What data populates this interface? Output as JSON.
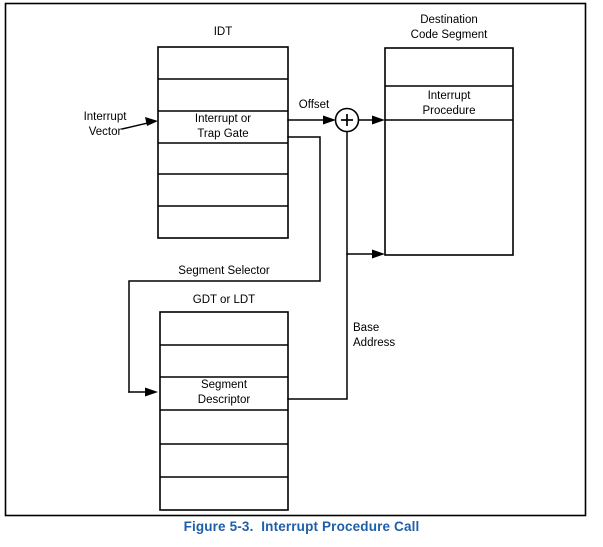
{
  "figure": {
    "caption": "Figure 5-3.  Interrupt Procedure Call",
    "caption_color": "#1F5FA9",
    "line_color": "#000000",
    "background_color": "#FFFFFF"
  },
  "diagram": {
    "type": "block-diagram",
    "title_labels": {
      "idt": "IDT",
      "destination_code_segment_line1": "Destination",
      "destination_code_segment_line2": "Code Segment",
      "gdt_or_ldt": "GDT or LDT"
    },
    "tables": [
      {
        "name": "idt-table",
        "title": "IDT",
        "row_count": 6,
        "highlighted_row_index": 2,
        "highlighted_row_label_line1": "Interrupt or",
        "highlighted_row_label_line2": "Trap Gate"
      },
      {
        "name": "destination-code-segment",
        "title": "Destination Code Segment",
        "row_count": 3,
        "highlighted_row_index": 1,
        "highlighted_row_label_line1": "Interrupt",
        "highlighted_row_label_line2": "Procedure"
      },
      {
        "name": "gdt-ldt-table",
        "title": "GDT or LDT",
        "row_count": 6,
        "highlighted_row_index": 2,
        "highlighted_row_label_line1": "Segment",
        "highlighted_row_label_line2": "Descriptor"
      }
    ],
    "connector_labels": {
      "interrupt_vector_line1": "Interrupt",
      "interrupt_vector_line2": "Vector",
      "offset": "Offset",
      "segment_selector": "Segment Selector",
      "base_address_line1": "Base",
      "base_address_line2": "Address"
    },
    "operator": {
      "name": "adder",
      "symbol": "+"
    }
  }
}
